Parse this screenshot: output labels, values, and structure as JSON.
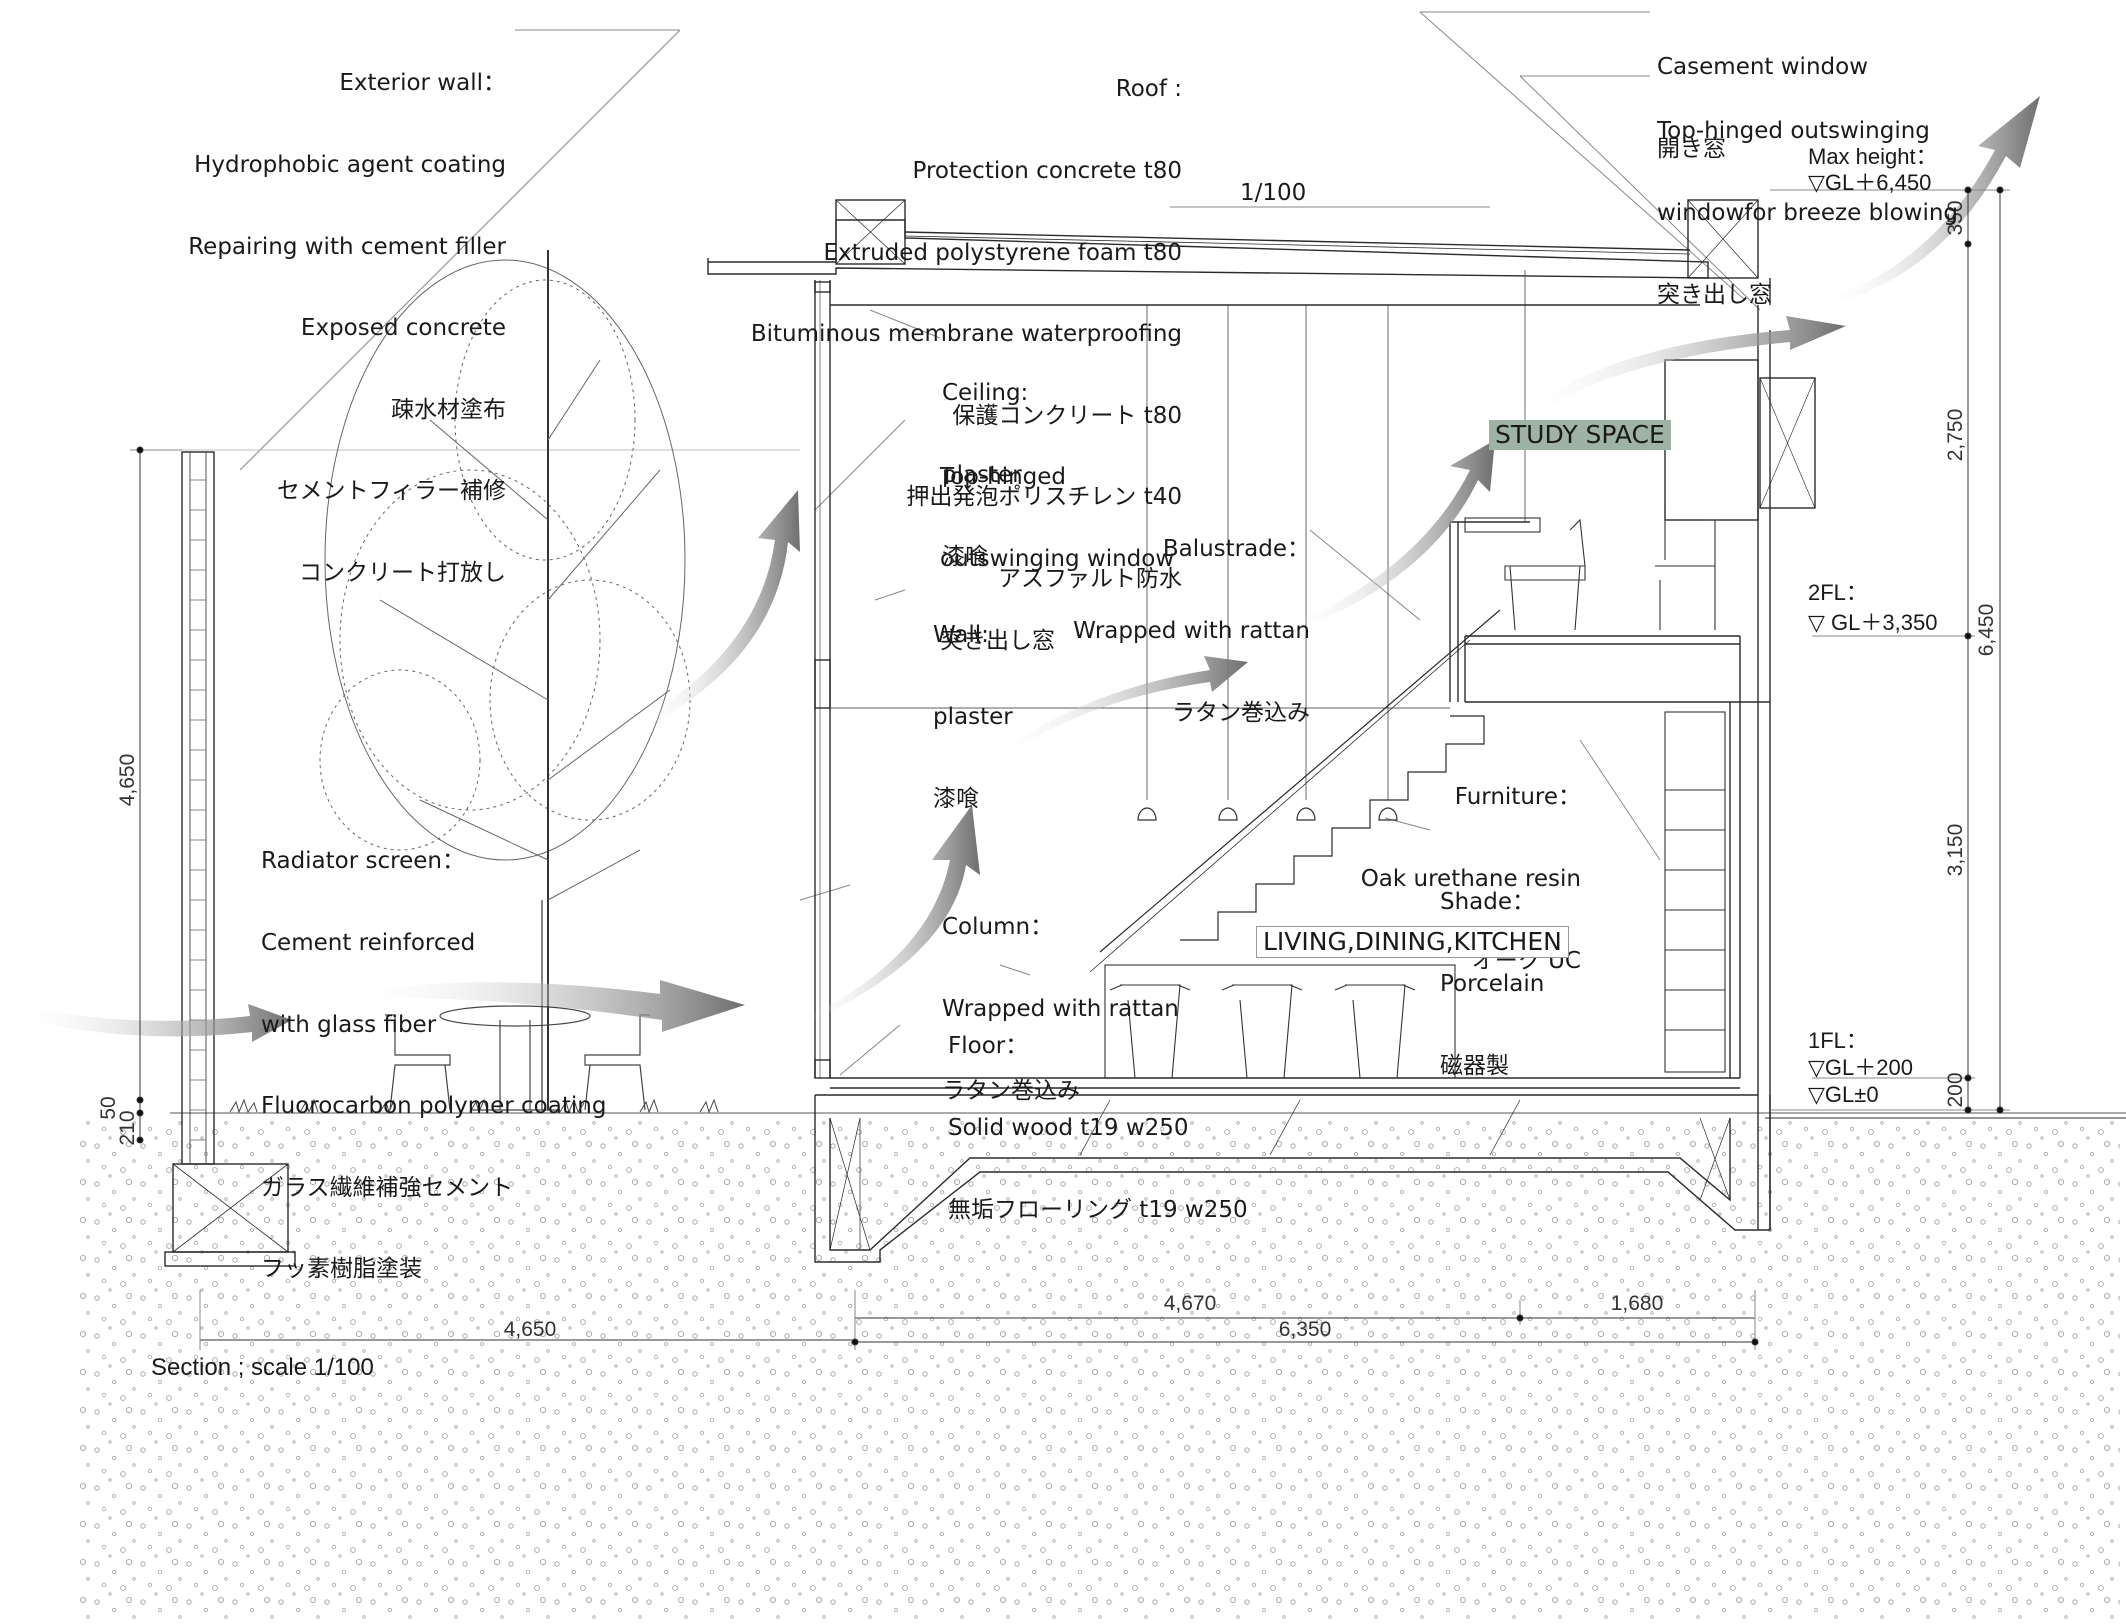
{
  "notes": {
    "exterior_wall": [
      "Exterior wall：",
      "Hydrophobic agent coating",
      "Repairing with cement filler",
      "Exposed concrete",
      "疎水材塗布",
      "セメントフィラー補修",
      "コンクリート打放し"
    ],
    "roof": [
      "Roof :",
      "Protection concrete t80",
      "Extruded polystyrene foam t80",
      "Bituminous membrane waterproofing",
      "保護コンクリート t80",
      "押出発泡ポリスチレン t40",
      "アスファルト防水"
    ],
    "roof_slope": "1/100",
    "casement_window": [
      "Casement window",
      "開き窓"
    ],
    "top_hinged_breeze": [
      "Top-hinged outswinging",
      "windowfor breeze blowing",
      "突き出し窓"
    ],
    "ceiling": [
      "Ceiling:",
      "plaster",
      "漆喰"
    ],
    "top_hinged": [
      "Top-hinged",
      "outswinging window",
      "突き出し窓"
    ],
    "balustrade": [
      "Balustrade：",
      "Wrapped with rattan",
      "ラタン巻込み"
    ],
    "wall": [
      "Wall:",
      "plaster",
      "漆喰"
    ],
    "furniture": [
      "Furniture：",
      "Oak urethane resin",
      "オーク UC"
    ],
    "shade": [
      "Shade：",
      "Porcelain",
      "磁器製"
    ],
    "radiator_screen": [
      "Radiator screen：",
      "Cement reinforced",
      "with glass fiber",
      "Fluorocarbon polymer coating",
      "ガラス繊維補強セメント",
      "フッ素樹脂塗装"
    ],
    "column": [
      "Column：",
      "Wrapped with rattan",
      "ラタン巻込み"
    ],
    "floor": [
      "Floor：",
      "Solid wood t19 w250",
      "無垢フローリング t19 w250"
    ]
  },
  "rooms": {
    "study": "STUDY SPACE",
    "ldk": "LIVING,DINING,KITCHEN"
  },
  "levels": {
    "max_height": [
      "Max height：",
      "▽GL＋6,450"
    ],
    "fl2": [
      "2FL：",
      "▽ GL＋3,350"
    ],
    "fl1": [
      "1FL：",
      "▽GL＋200",
      "▽GL±0"
    ]
  },
  "dimensions": {
    "right_350": "350",
    "right_2750": "2,750",
    "right_6450": "6,450",
    "right_3150": "3,150",
    "right_200": "200",
    "left_4650": "4,650",
    "left_50": "50",
    "left_210": "210",
    "bottom_4650": "4,650",
    "bottom_4670": "4,670",
    "bottom_1680": "1,680",
    "bottom_6350": "6,350"
  },
  "caption": "Section ; scale 1/100",
  "colors": {
    "line": "#2a2a2a",
    "arrow_dark": "#6e6e6e",
    "study_bg": "#9fb3a4"
  }
}
